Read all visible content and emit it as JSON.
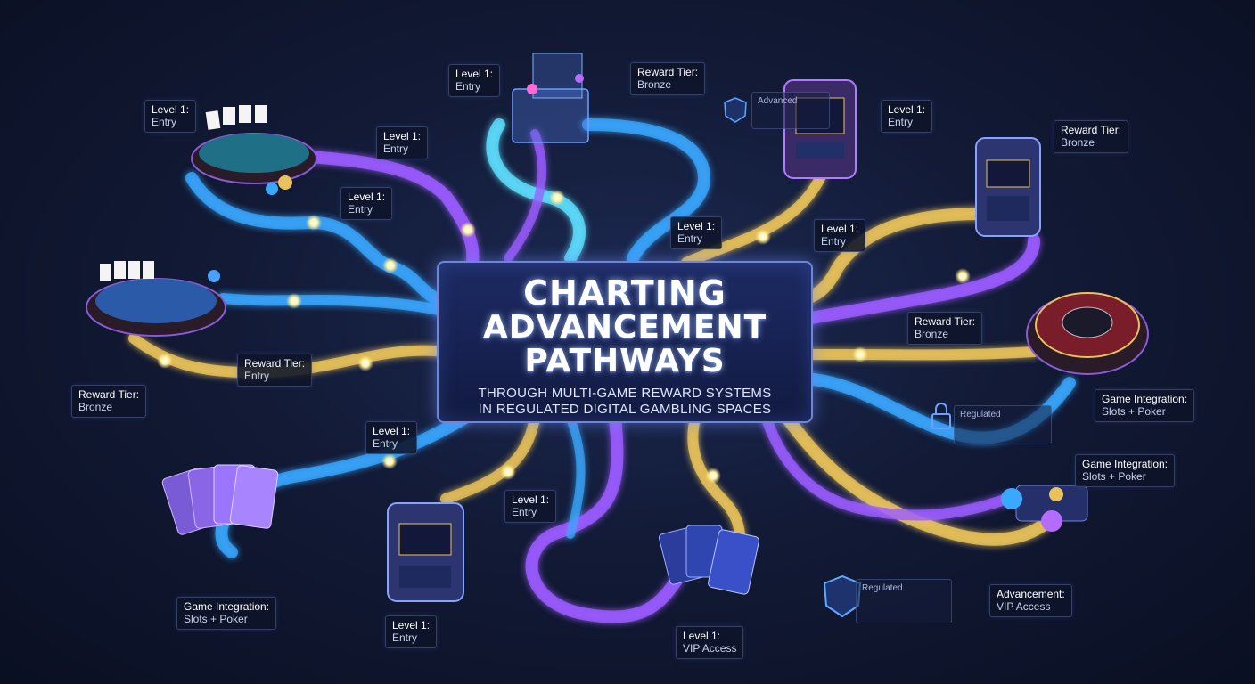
{
  "title": {
    "line1": "CHARTING",
    "line2": "ADVANCEMENT",
    "line3": "PATHWAYS",
    "subtitle_line1": "THROUGH MULTI-GAME REWARD SYSTEMS",
    "subtitle_line2": "IN REGULATED DIGITAL GAMBLING SPACES"
  },
  "labels": [
    {
      "l1": "Level 1:",
      "l2": "Entry"
    },
    {
      "l1": "Level 1:",
      "l2": "Entry"
    },
    {
      "l1": "Reward Tier:",
      "l2": "Bronze"
    },
    {
      "l1": "Level 1:",
      "l2": "Entry"
    },
    {
      "l1": "Reward Tier:",
      "l2": "Bronze"
    },
    {
      "l1": "Level 1:",
      "l2": "Entry"
    },
    {
      "l1": "Level 1:",
      "l2": "Entry"
    },
    {
      "l1": "Level 1:",
      "l2": "Entry"
    },
    {
      "l1": "Level 1:",
      "l2": "Entry"
    },
    {
      "l1": "Reward Tier:",
      "l2": "Bronze"
    },
    {
      "l1": "Reward Tier:",
      "l2": "Entry"
    },
    {
      "l1": "Reward Tier:",
      "l2": "Bronze"
    },
    {
      "l1": "Game Integration:",
      "l2": "Slots + Poker"
    },
    {
      "l1": "Level 1:",
      "l2": "Entry"
    },
    {
      "l1": "Game Integration:",
      "l2": "Slots + Poker"
    },
    {
      "l1": "Level 1:",
      "l2": "Entry"
    },
    {
      "l1": "Game Integration:",
      "l2": "Slots + Poker"
    },
    {
      "l1": "Level 1:",
      "l2": "Entry"
    },
    {
      "l1": "Level 1:",
      "l2": "VIP Access"
    },
    {
      "l1": "Advancement:",
      "l2": "VIP Access"
    }
  ],
  "decor": {
    "regulated_1": "Regulated",
    "regulated_2": "Regulated",
    "advanced": "Advanced"
  },
  "colors": {
    "path_blue": "#3aa8ff",
    "path_purple": "#9b5cff",
    "path_gold": "#e8c25a",
    "path_cyan": "#5fe0ff",
    "node_glow": "#fff6b8",
    "title_border": "#6f86d8"
  }
}
